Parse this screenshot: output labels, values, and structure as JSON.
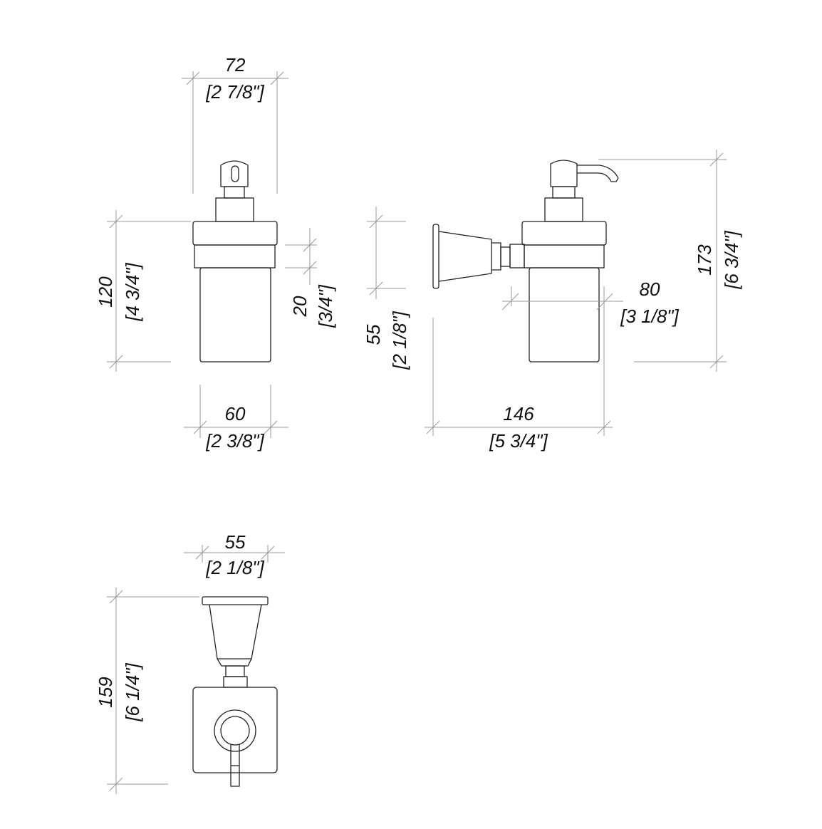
{
  "front_view": {
    "width_top": {
      "mm": "72",
      "in": "[2 7/8\"]"
    },
    "height": {
      "mm": "120",
      "in": "[4 3/4\"]"
    },
    "ring": {
      "mm": "20",
      "in": "[3/4\"]"
    },
    "width_bottom": {
      "mm": "60",
      "in": "[2 3/8\"]"
    }
  },
  "side_view": {
    "bracket_height": {
      "mm": "55",
      "in": "[2 1/8\"]"
    },
    "body_width": {
      "mm": "80",
      "in": "[3 1/8\"]"
    },
    "total_height": {
      "mm": "173",
      "in": "[6 3/4\"]"
    },
    "depth": {
      "mm": "146",
      "in": "[5 3/4\"]"
    }
  },
  "bottom_view": {
    "plate_width": {
      "mm": "55",
      "in": "[2 1/8\"]"
    },
    "length": {
      "mm": "159",
      "in": "[6 1/4\"]"
    }
  }
}
